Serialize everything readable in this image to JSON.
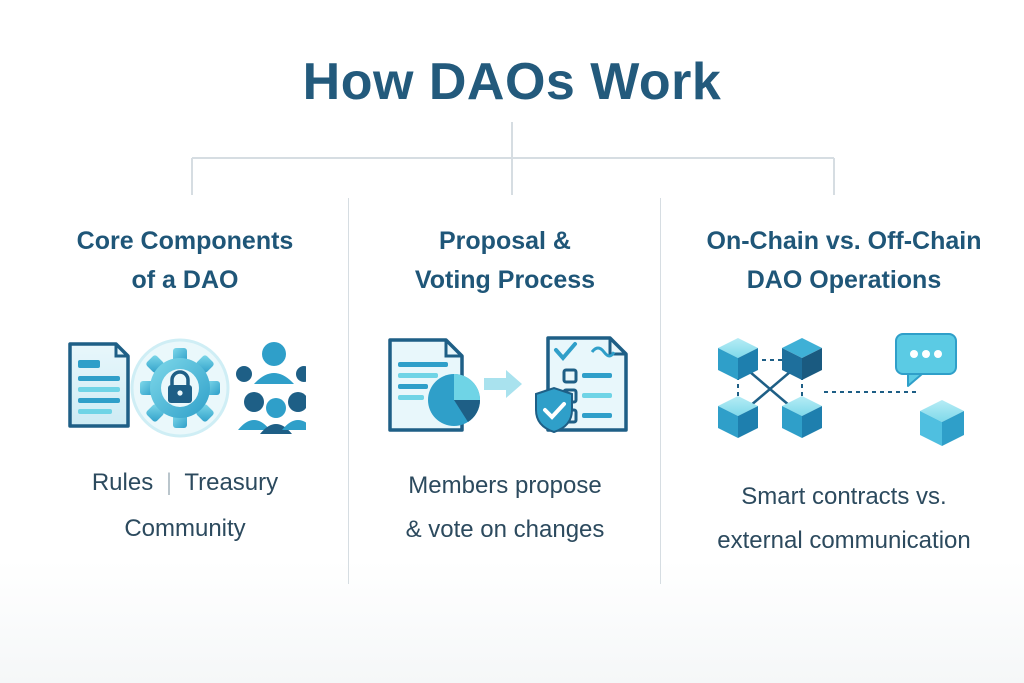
{
  "title": "How DAOs Work",
  "columns": [
    {
      "heading_lines": [
        "Core Components",
        "of a DAO"
      ],
      "text_items": [
        "Rules",
        "Treasury",
        "Community"
      ],
      "icons": [
        "document-icon",
        "gear-lock-icon",
        "community-icon"
      ]
    },
    {
      "heading_lines": [
        "Proposal &",
        "Voting Process"
      ],
      "text_lines": [
        "Members propose",
        "& vote on changes"
      ],
      "icons": [
        "proposal-document-icon",
        "arrow-right-icon",
        "ballot-checklist-icon"
      ]
    },
    {
      "heading_lines": [
        "On-Chain vs. Off-Chain",
        "DAO Operations"
      ],
      "text_lines": [
        "Smart contracts vs.",
        "external communication"
      ],
      "icons": [
        "blockchain-cubes-icon",
        "chat-bubble-icon",
        "external-cube-icon"
      ]
    }
  ],
  "colors": {
    "title": "#235a7c",
    "heading": "#1f5678",
    "icon_dark": "#1e5f86",
    "icon_mid": "#2f9fc9",
    "icon_light": "#6fd4e6",
    "line": "#d6dde2"
  }
}
